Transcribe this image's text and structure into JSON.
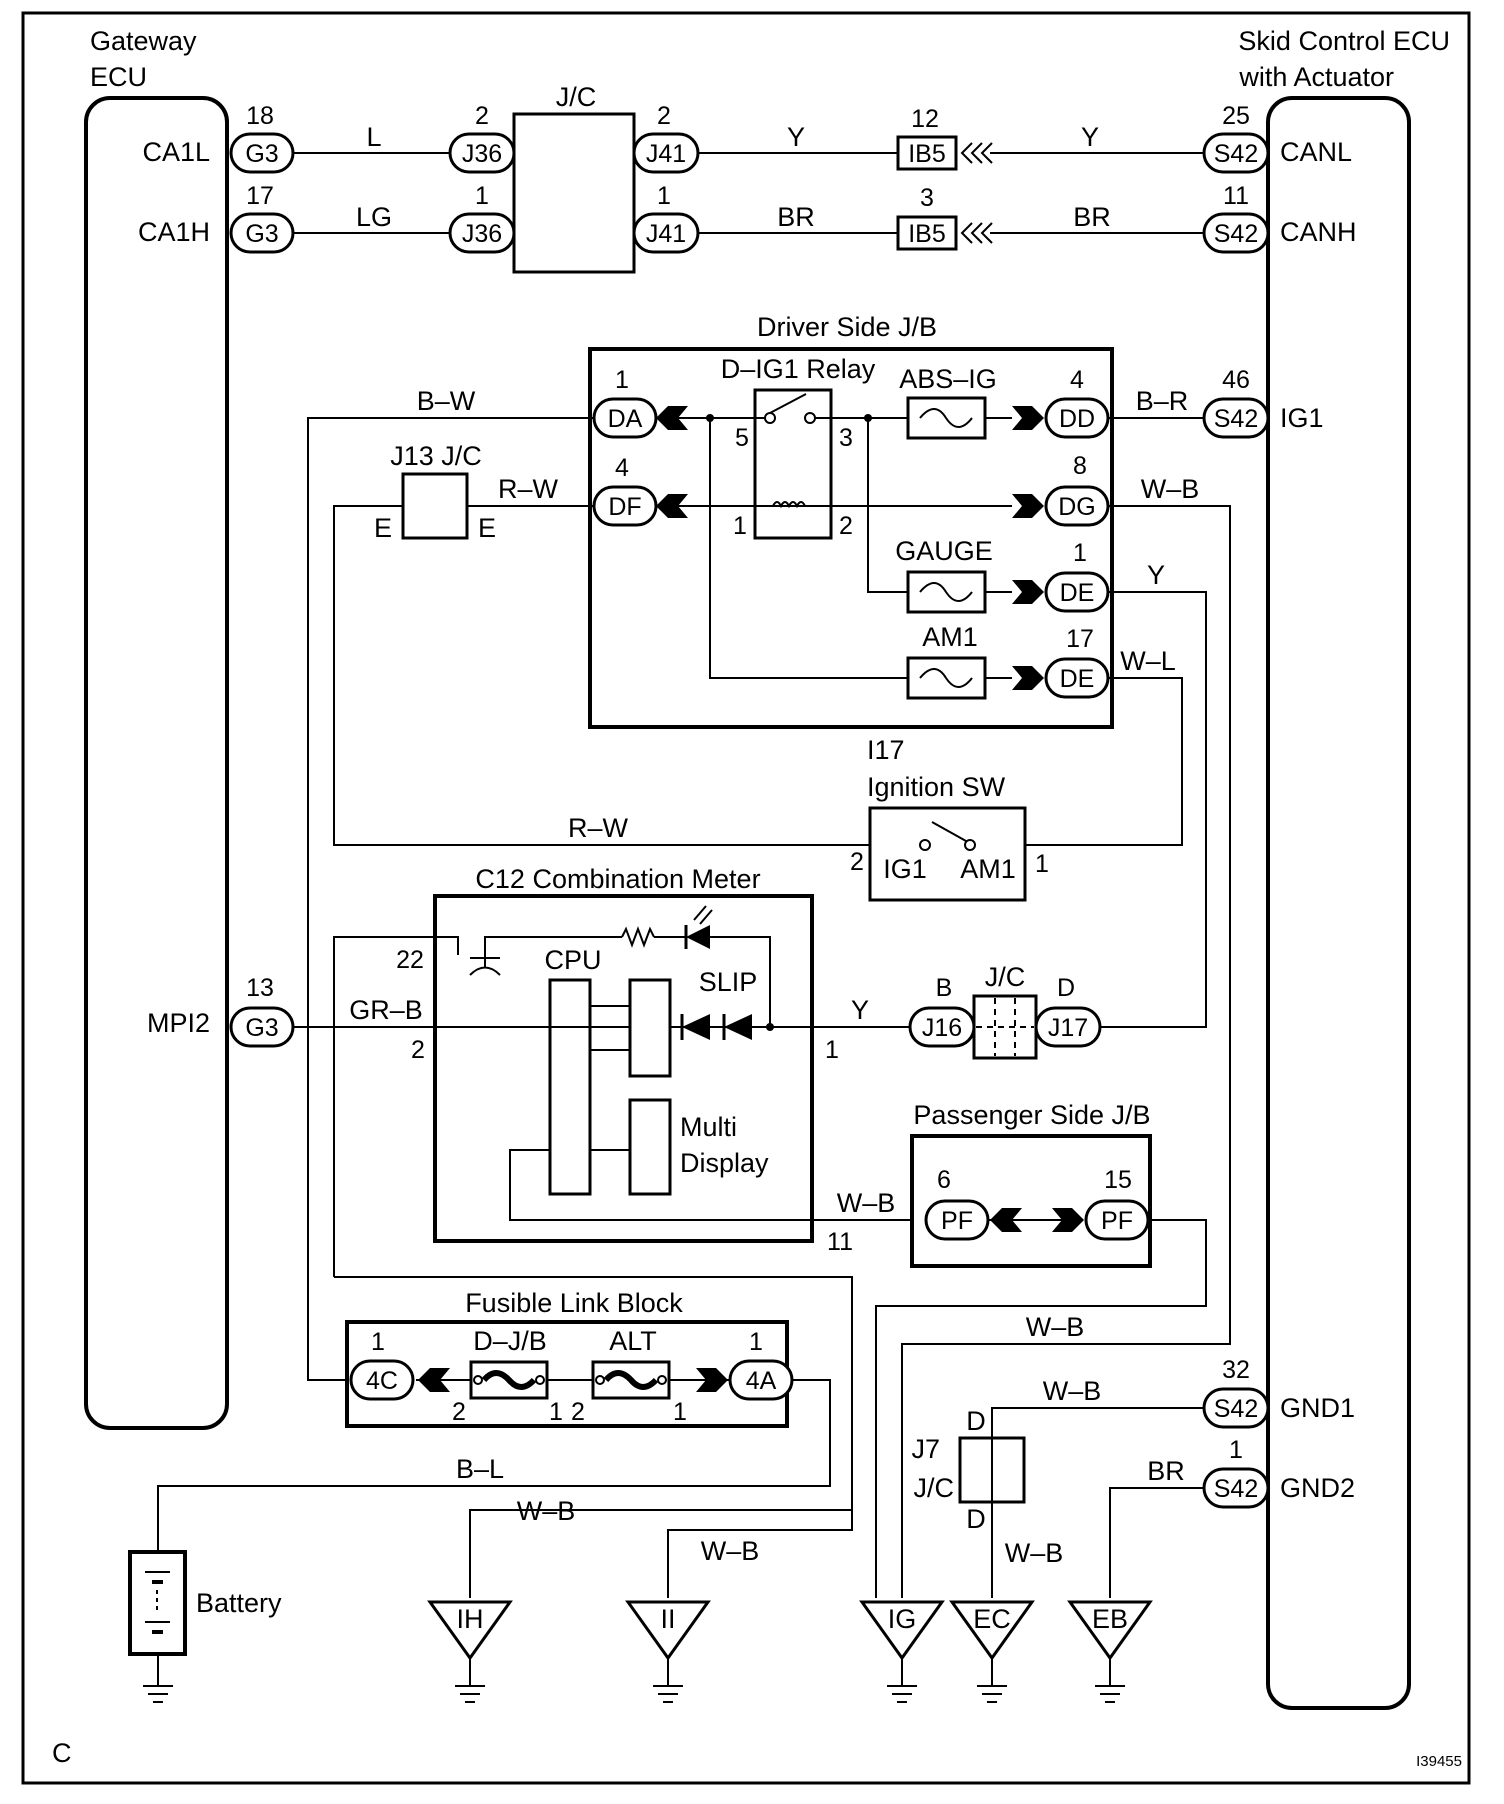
{
  "diagram_code": "C",
  "figure_id": "I39455",
  "gateway_ecu": {
    "title_line1": "Gateway",
    "title_line2": "ECU",
    "pin_ca1l": "CA1L",
    "pin_ca1h": "CA1H",
    "pin_mpi2": "MPI2"
  },
  "skid_ecu": {
    "title_line1": "Skid Control ECU",
    "title_line2": "with Actuator",
    "pin_canl": "CANL",
    "pin_canh": "CANH",
    "pin_ig1": "IG1",
    "pin_gnd1": "GND1",
    "pin_gnd2": "GND2"
  },
  "connectors": {
    "g3": "G3",
    "j36": "J36",
    "j41": "J41",
    "ib5": "IB5",
    "s42": "S42",
    "da": "DA",
    "df": "DF",
    "dd": "DD",
    "dg": "DG",
    "de": "DE",
    "j16": "J16",
    "j17": "J17",
    "pf": "PF",
    "c4": "4C",
    "a4": "4A"
  },
  "pins": {
    "g3_ca1l": "18",
    "g3_ca1h": "17",
    "g3_mpi2": "13",
    "j36_top": "2",
    "j36_bot": "1",
    "j41_top": "2",
    "j41_bot": "1",
    "ib5_top": "12",
    "ib5_bot": "3",
    "s42_canl": "25",
    "s42_canh": "11",
    "s42_ig1": "46",
    "s42_gnd1": "32",
    "s42_gnd2": "1",
    "da": "1",
    "df": "4",
    "dd": "4",
    "dg": "8",
    "de_gauge": "1",
    "de_am1": "17",
    "relay_5": "5",
    "relay_3": "3",
    "relay_1": "1",
    "relay_2": "2",
    "ign_ig1": "2",
    "ign_am1": "1",
    "meter_22": "22",
    "meter_2": "2",
    "meter_1": "1",
    "meter_11": "11",
    "pf_left": "6",
    "pf_right": "15",
    "fl_4c": "1",
    "fl_4a": "1",
    "fl_dj_2": "2",
    "fl_dj_1": "1",
    "fl_alt_2": "2",
    "fl_alt_1": "1"
  },
  "wires": {
    "l": "L",
    "lg": "LG",
    "y": "Y",
    "br": "BR",
    "bw": "B–W",
    "rw": "R–W",
    "br_r": "B–R",
    "wb": "W–B",
    "wl": "W–L",
    "grb": "GR–B",
    "bl": "B–L"
  },
  "jc": {
    "top_label": "J/C",
    "j13_label": "J13 J/C",
    "e": "E",
    "mid_label": "J/C",
    "b": "B",
    "d": "D",
    "j7_label1": "J7",
    "j7_label2": "J/C"
  },
  "driver_jb": {
    "title": "Driver Side J/B",
    "relay": "D–IG1 Relay",
    "fuse_absig": "ABS–IG",
    "fuse_gauge": "GAUGE",
    "fuse_am1": "AM1"
  },
  "ignition": {
    "code": "I17",
    "title": "Ignition SW",
    "ig1": "IG1",
    "am1": "AM1"
  },
  "meter": {
    "title": "C12 Combination Meter",
    "cpu": "CPU",
    "slip": "SLIP",
    "multi1": "Multi",
    "multi2": "Display"
  },
  "passenger_jb": {
    "title": "Passenger Side J/B"
  },
  "fusible": {
    "title": "Fusible Link Block",
    "dj": "D–J/B",
    "alt": "ALT"
  },
  "battery": {
    "label": "Battery"
  },
  "grounds": {
    "ih": "IH",
    "ii": "II",
    "ig": "IG",
    "ec": "EC",
    "eb": "EB"
  }
}
